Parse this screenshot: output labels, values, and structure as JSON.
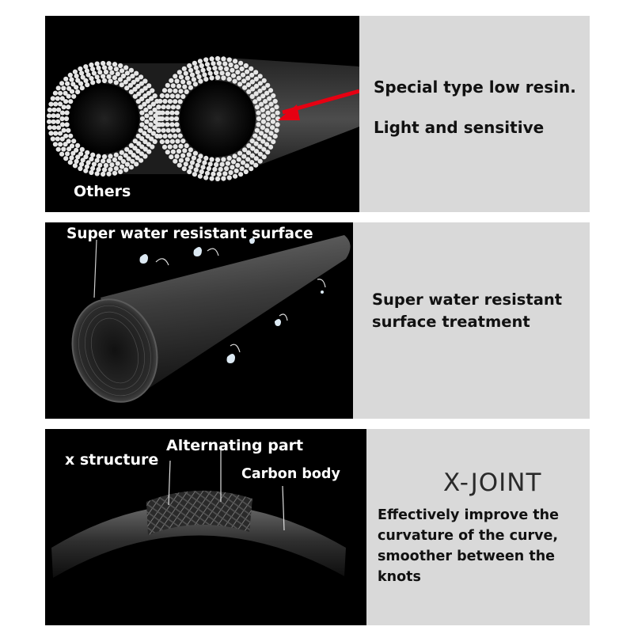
{
  "panel1": {
    "others_label": "Others",
    "feature_lines": [
      "Special type low resin.",
      "Light and sensitive"
    ],
    "colors": {
      "arrow": "#e60012",
      "fiber": "#e6e6e6"
    }
  },
  "panel2": {
    "surface_label": "Super water resistant surface",
    "feature_lines": [
      "Super water resistant",
      "surface treatment"
    ]
  },
  "panel3": {
    "x_structure_label": "x structure",
    "alternating_label": "Alternating part",
    "carbon_label": "Carbon body",
    "title": "X-JOINT",
    "description_lines": [
      "Effectively improve the",
      "curvature of the curve,",
      "smoother between the",
      "knots"
    ]
  },
  "colors": {
    "dark_panel": "#000000",
    "light_panel": "#d9d9d9",
    "text_dark": "#111111"
  }
}
